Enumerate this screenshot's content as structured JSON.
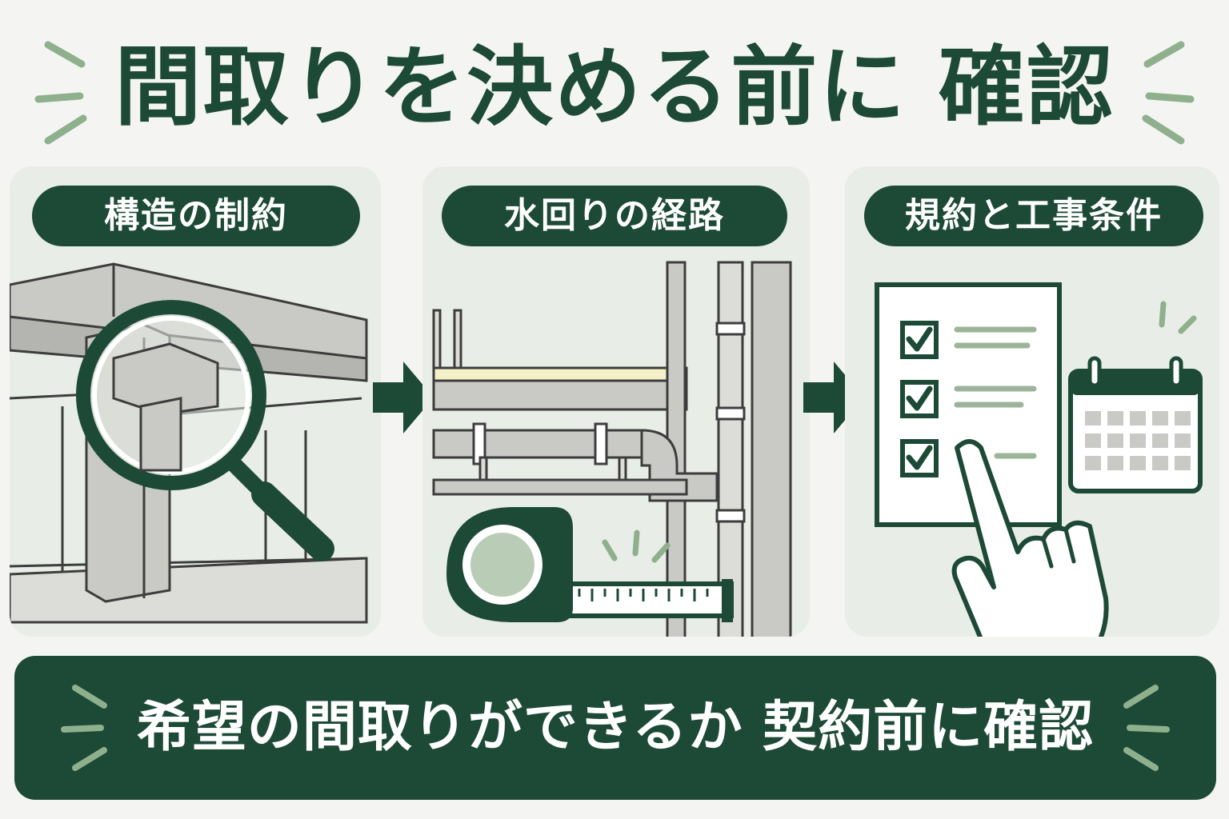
{
  "header": {
    "title": "間取りを決める前に 確認"
  },
  "panels": [
    {
      "label": "構造の制約"
    },
    {
      "label": "水回りの経路"
    },
    {
      "label": "規約と工事条件"
    }
  ],
  "banner": {
    "text": "希望の間取りができるか 契約前に確認"
  },
  "colors": {
    "dark_green": "#1d4a36",
    "light_green": "#9cb59a",
    "panel_bg": "#e8ede7",
    "concrete": "#c9c9c6"
  },
  "icons": [
    "magnifier-icon",
    "arrow-right-icon",
    "tape-measure-icon",
    "checklist-icon",
    "calendar-icon",
    "pointing-hand-icon",
    "pipe-icon",
    "column-beam-icon"
  ]
}
